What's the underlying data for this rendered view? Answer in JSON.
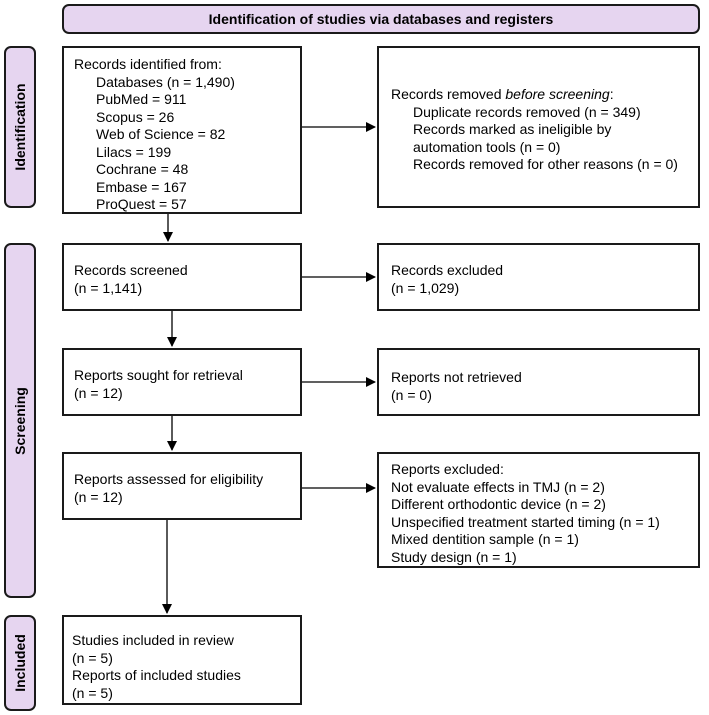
{
  "header": "Identification of studies via databases and registers",
  "phases": {
    "identification": "Identification",
    "screening": "Screening",
    "included": "Included"
  },
  "boxes": {
    "records_identified": {
      "title": "Records identified from:",
      "lines": [
        "Databases (n = 1,490)",
        "PubMed = 911",
        "Scopus = 26",
        "Web of Science = 82",
        "Lilacs = 199",
        "Cochrane = 48",
        "Embase = 167",
        "ProQuest = 57"
      ]
    },
    "records_removed": {
      "title_plain": "Records removed ",
      "title_italic": "before screening",
      "title_end": ":",
      "lines": [
        "Duplicate records removed (n = 349)",
        "Records marked as ineligible by",
        "automation tools (n = 0)",
        "Records removed for other reasons (n = 0)"
      ]
    },
    "records_screened": {
      "lines": [
        "Records screened",
        "(n = 1,141)"
      ]
    },
    "records_excluded": {
      "lines": [
        "Records excluded",
        "(n = 1,029)"
      ]
    },
    "reports_sought": {
      "lines": [
        "Reports sought for retrieval",
        "(n = 12)"
      ]
    },
    "reports_not_retrieved": {
      "lines": [
        "Reports not retrieved",
        "(n = 0)"
      ]
    },
    "reports_assessed": {
      "lines": [
        "Reports assessed for eligibility",
        "(n = 12)"
      ]
    },
    "reports_excluded": {
      "title": "Reports excluded:",
      "lines": [
        "Not evaluate effects in TMJ (n = 2)",
        "Different orthodontic device (n = 2)",
        "Unspecified treatment started timing (n = 1)",
        "Mixed dentition sample (n = 1)",
        "Study design (n = 1)"
      ]
    },
    "studies_included": {
      "lines": [
        "Studies included in review",
        "(n = 5)",
        "Reports of included studies",
        "(n = 5)"
      ]
    }
  }
}
